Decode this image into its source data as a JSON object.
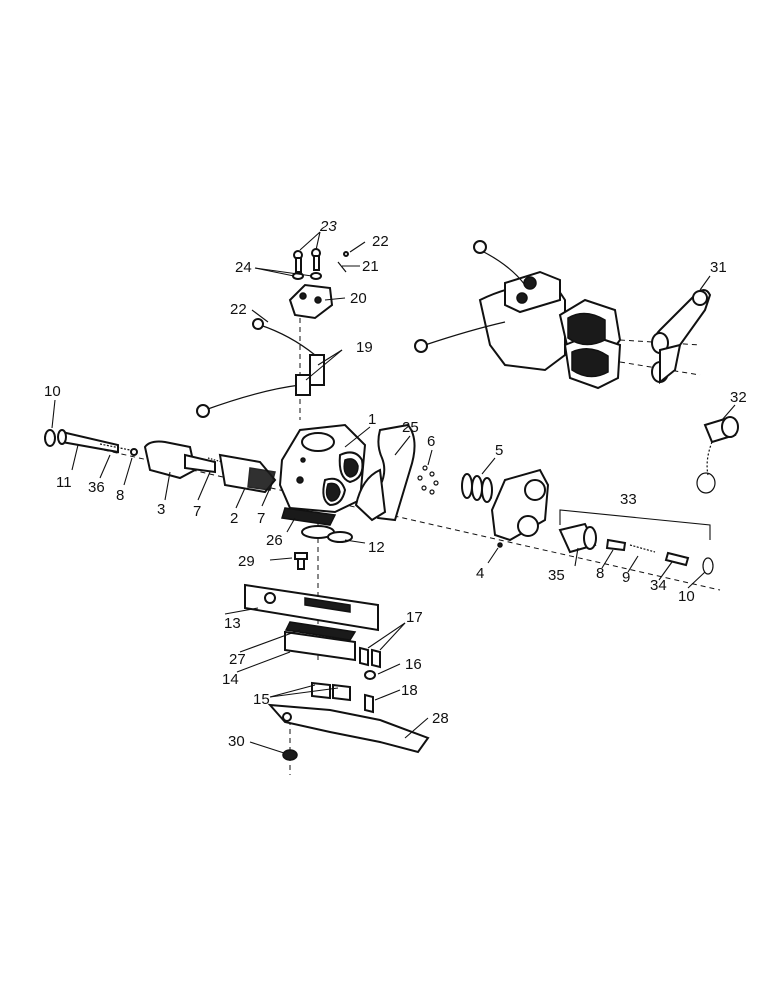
{
  "callouts": {
    "c1": "1",
    "c2": "2",
    "c3": "3",
    "c4": "4",
    "c5": "5",
    "c6": "6",
    "c7a": "7",
    "c7b": "7",
    "c8a": "8",
    "c8b": "8",
    "c9": "9",
    "c10a": "10",
    "c10b": "10",
    "c11": "11",
    "c12": "12",
    "c13": "13",
    "c14": "14",
    "c15": "15",
    "c16": "16",
    "c17": "17",
    "c18": "18",
    "c19": "19",
    "c20": "20",
    "c21": "21",
    "c22a": "22",
    "c22b": "22",
    "c23": "23",
    "c24": "24",
    "c25": "25",
    "c26": "26",
    "c27": "27",
    "c28": "28",
    "c29": "29",
    "c30": "30",
    "c31": "31",
    "c32": "32",
    "c33": "33",
    "c34": "34",
    "c35": "35",
    "c36": "36"
  }
}
